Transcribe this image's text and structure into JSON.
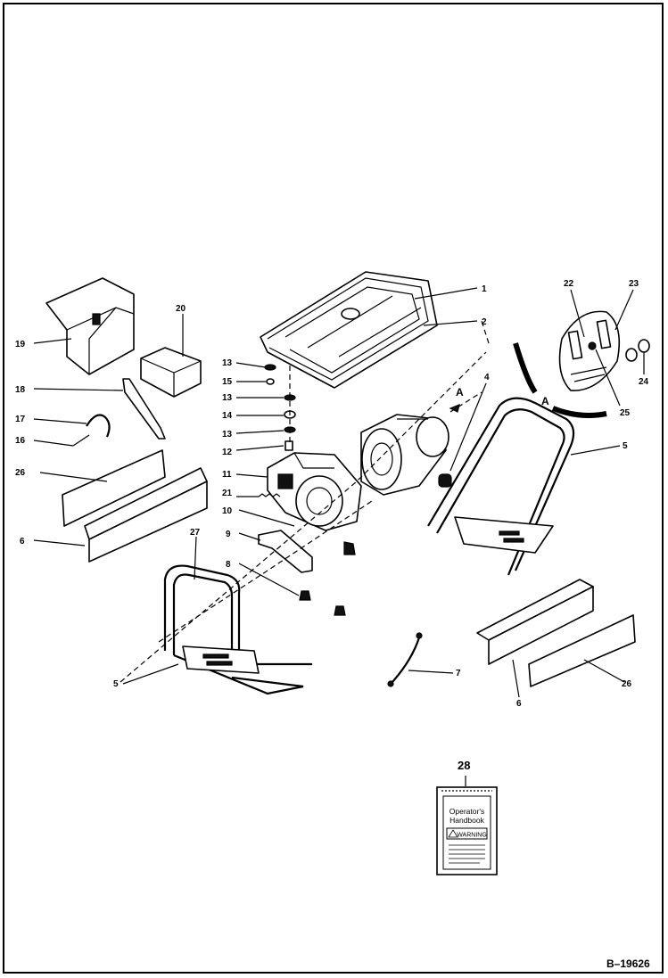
{
  "diagram": {
    "reference": "B–19626",
    "view_label": "A",
    "callouts": {
      "c1": "1",
      "c2": "2",
      "c4": "4",
      "c5a": "5",
      "c5b": "5",
      "c6a": "6",
      "c6b": "6",
      "c7": "7",
      "c8": "8",
      "c9": "9",
      "c10": "10",
      "c11": "11",
      "c12": "12",
      "c13a": "13",
      "c13b": "13",
      "c13c": "13",
      "c14": "14",
      "c15": "15",
      "c16": "16",
      "c17": "17",
      "c18": "18",
      "c19": "19",
      "c20": "20",
      "c21": "21",
      "c22": "22",
      "c23": "23",
      "c24": "24",
      "c25": "25",
      "c26a": "26",
      "c26b": "26",
      "c27": "27",
      "c28": "28"
    },
    "handbook": {
      "title_line1": "Operator's",
      "title_line2": "Handbook",
      "warning": "WARNING"
    }
  }
}
